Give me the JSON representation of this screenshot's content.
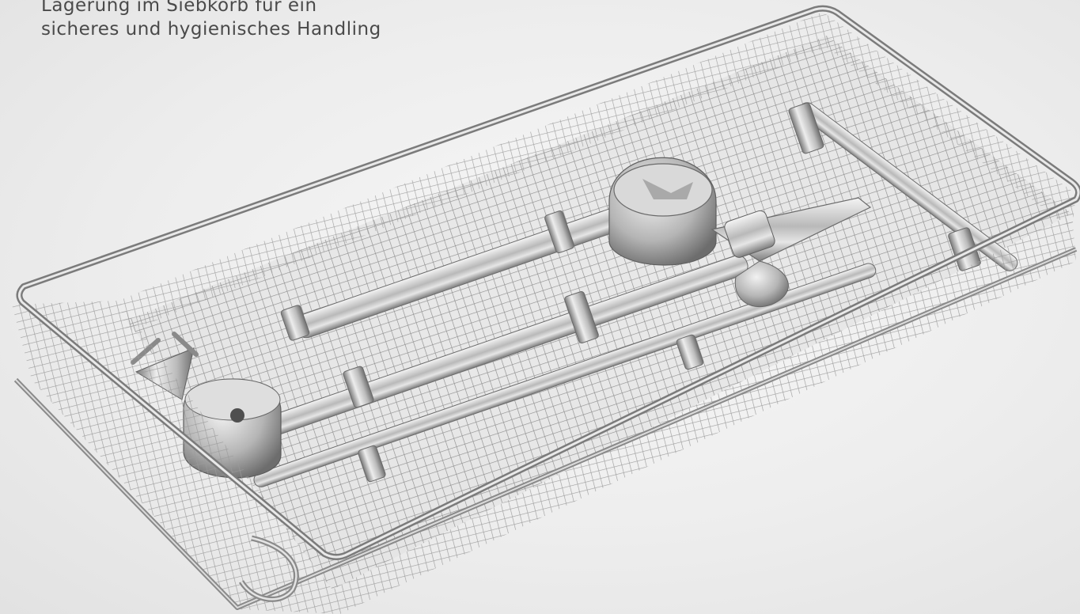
{
  "caption": {
    "line1": "Lagerung im Siebkorb für ein",
    "line2": "sicheres und hygienisches Handling"
  },
  "colors": {
    "background": "#ececec",
    "caption_text": "#4a4a4a",
    "steel": "#a9a9a9",
    "steel_light": "#e8e8e8",
    "steel_dark": "#6f6f6f"
  },
  "icons": [
    "wire-basket",
    "surgical-instrument",
    "clip-holder"
  ]
}
